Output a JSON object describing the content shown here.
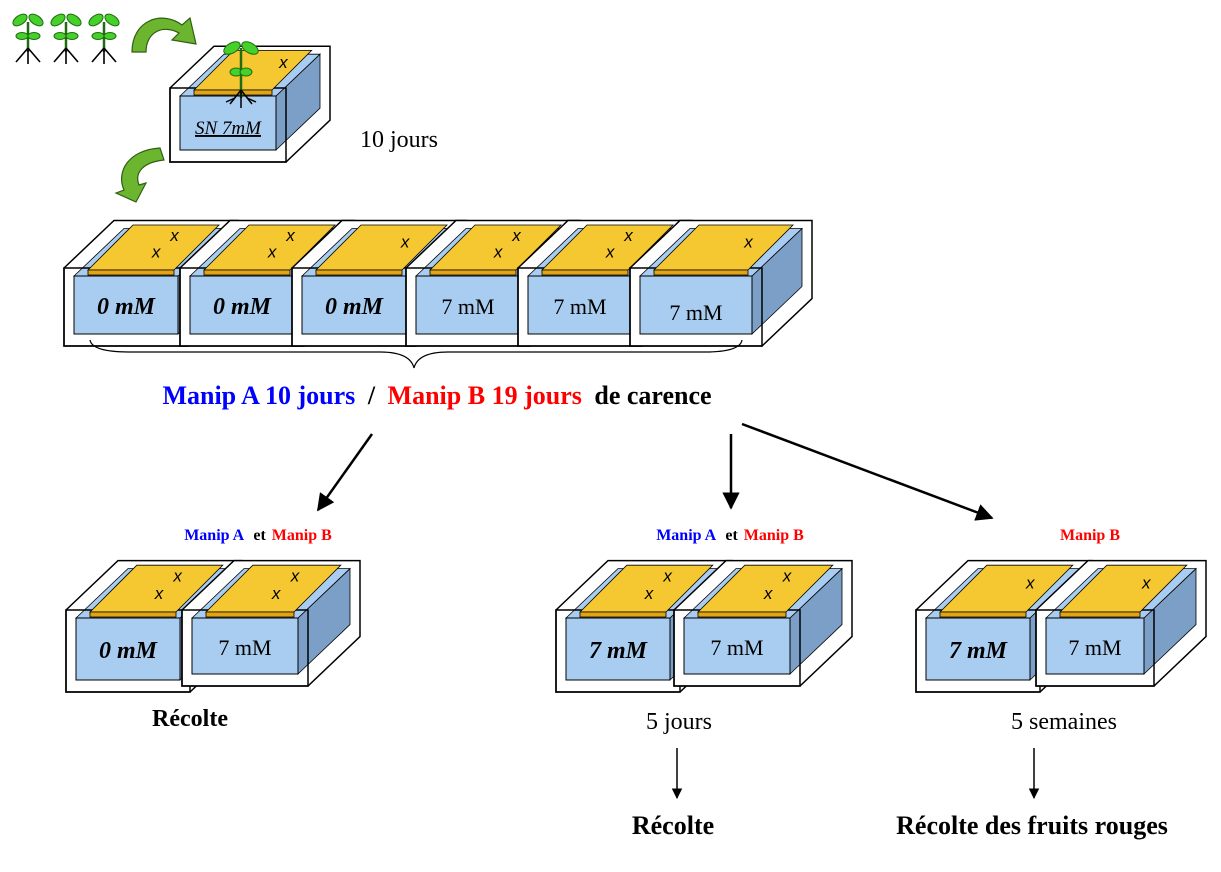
{
  "colors": {
    "water": "#a9cdf1",
    "water_side": "#7b9fc6",
    "board": "#f5c832",
    "board_edge": "#e2a412",
    "plant": "#46d02a",
    "arrow_green": "#6cb52e",
    "blue": "#0000ff",
    "red": "#ff0000",
    "black": "#000000"
  },
  "initial_tank": {
    "label": "SN 7mM"
  },
  "duration_1": "10 jours",
  "row_tanks": [
    "0 mM",
    "0 mM",
    "0 mM",
    "7 mM",
    "7 mM",
    "7 mM"
  ],
  "caption": {
    "part_a": "Manip A 10 jours",
    "sep": "/",
    "part_b": "Manip B 19 jours",
    "part_c": "de carence"
  },
  "group1": {
    "header_a": "Manip A",
    "header_et": "et",
    "header_b": "Manip B",
    "tanks": [
      "0 mM",
      "7 mM"
    ],
    "result": "Récolte"
  },
  "group2": {
    "header_a": "Manip A",
    "header_et": "et",
    "header_b": "Manip B",
    "tanks": [
      "7 mM",
      "7 mM"
    ],
    "duration": "5 jours",
    "result": "Récolte"
  },
  "group3": {
    "header_b": "Manip B",
    "tanks": [
      "7 mM",
      "7 mM"
    ],
    "duration": "5 semaines",
    "result": "Récolte des fruits rouges"
  },
  "mark": "x"
}
